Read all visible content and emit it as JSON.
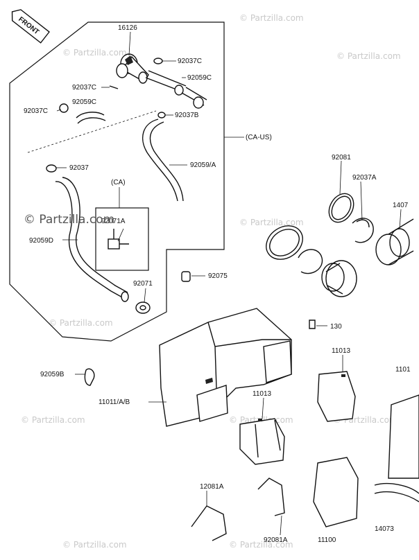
{
  "front_badge": "FRONT",
  "region_label": "(CA-US)",
  "inner_box_label": "(CA)",
  "watermarks": {
    "brand_main": "© Partzilla.com",
    "brand_faint": "© Partzilla.com"
  },
  "parts": [
    "16126",
    "92037C",
    "92059C",
    "92037C",
    "92037C",
    "92059C",
    "92037B",
    "92059/A",
    "92037",
    "92071A",
    "92059D",
    "92071",
    "92075",
    "92059B",
    "11011/A/B",
    "92081",
    "92037A",
    "1407",
    "130",
    "11013",
    "11013",
    "1101",
    "12081A",
    "92081A",
    "11100",
    "14073"
  ]
}
